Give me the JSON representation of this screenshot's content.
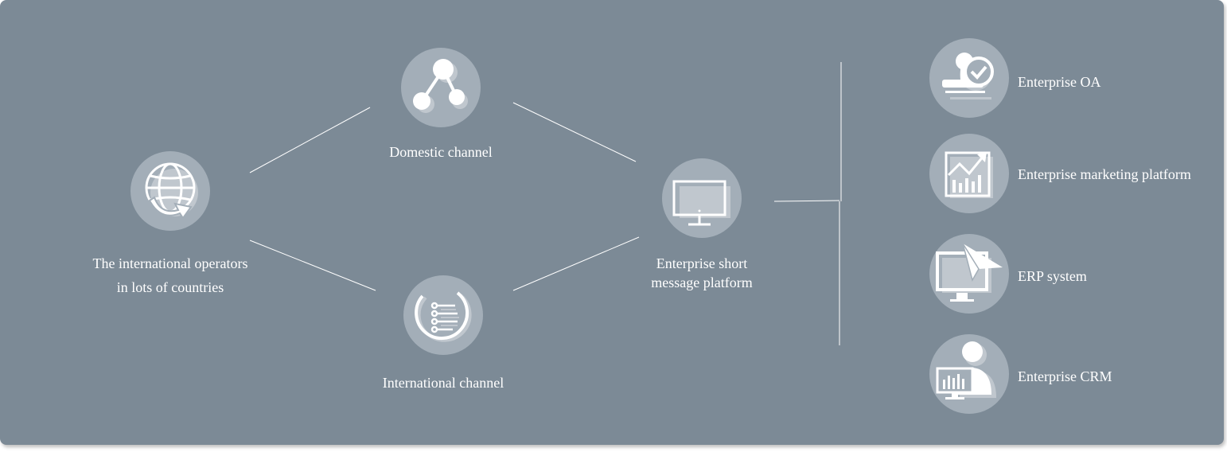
{
  "diagram": {
    "source": {
      "label_line1": "The international operators",
      "label_line2": "in lots of countries",
      "icon": "globe-refresh-icon"
    },
    "domestic": {
      "label": "Domestic channel",
      "icon": "share-nodes-icon"
    },
    "international": {
      "label": "International channel",
      "icon": "circuit-list-icon"
    },
    "platform": {
      "label_line1": "Enterprise short",
      "label_line2": "message platform",
      "icon": "monitor-icon"
    },
    "targets": [
      {
        "label": "Enterprise OA",
        "icon": "approval-check-icon"
      },
      {
        "label": "Enterprise marketing platform",
        "icon": "growth-chart-icon"
      },
      {
        "label": "ERP system",
        "icon": "monitor-paper-plane-icon"
      },
      {
        "label": "Enterprise CRM",
        "icon": "user-dashboard-icon"
      }
    ],
    "colors": {
      "background": "#7c8a96",
      "circle": "#a3aeb8",
      "icon_shadow": "#c0c7ce",
      "foreground": "#ffffff"
    }
  }
}
